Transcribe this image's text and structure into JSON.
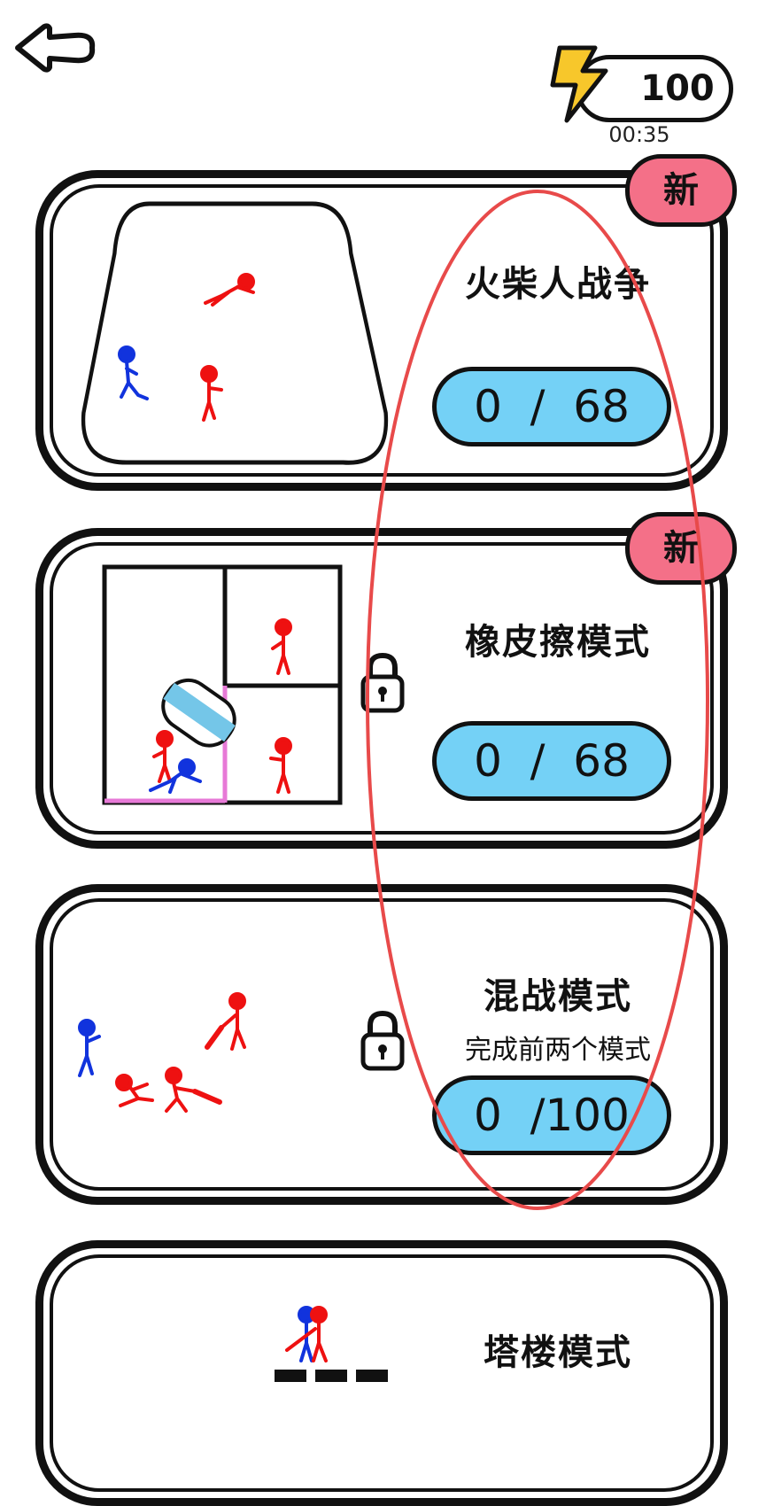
{
  "energy": {
    "value": "100",
    "timer": "00:35"
  },
  "modes": [
    {
      "title": "火柴人战争",
      "badge": "新",
      "progress": "0  /  68",
      "locked": false
    },
    {
      "title": "橡皮擦模式",
      "badge": "新",
      "progress": "0  /  68",
      "locked": true
    },
    {
      "title": "混战模式",
      "subtitle": "完成前两个模式",
      "progress": "0  /100",
      "locked": true
    },
    {
      "title": "塔楼模式"
    }
  ],
  "colors": {
    "progress_fill": "#74d1f6",
    "badge_fill": "#f47088",
    "bolt": "#f7c72b",
    "annotation": "#e84a4a",
    "stick_red": "#ee1111",
    "stick_blue": "#1133dd"
  },
  "icons": [
    "back-arrow-icon",
    "lightning-icon",
    "lock-icon"
  ]
}
